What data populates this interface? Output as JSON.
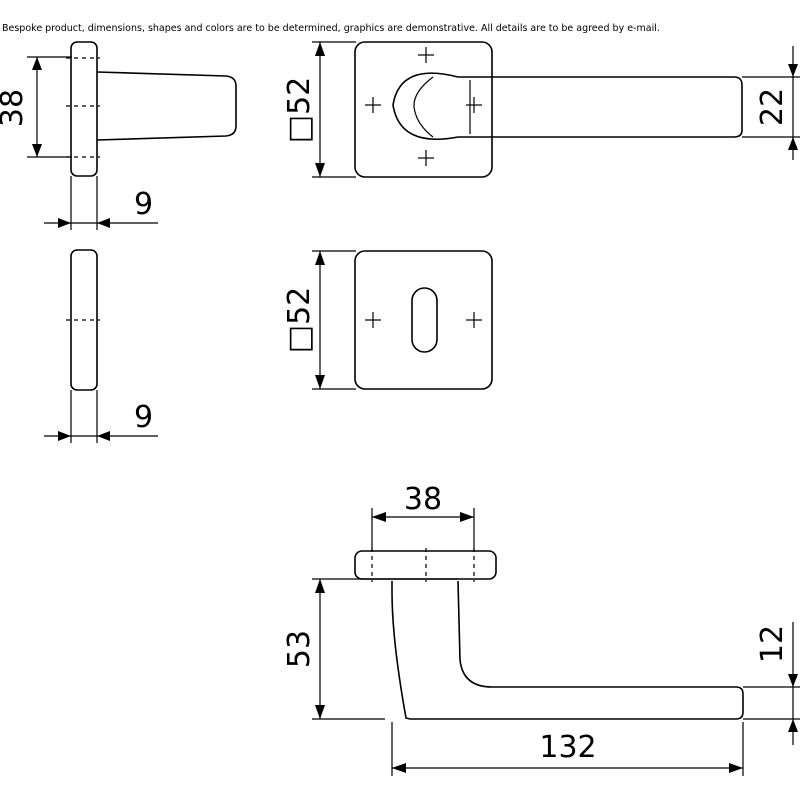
{
  "note": "Bespoke product, dimensions, shapes and colors are to be determined, graphics are demonstrative. All details are to be agreed by e-mail.",
  "dimensions": {
    "handle_rose_height": "38",
    "handle_rose_thickness": "9",
    "handle_rose_square": "□52",
    "lever_height": "22",
    "keyhole_rose_thickness": "9",
    "keyhole_rose_square": "□52",
    "rose_width": "38",
    "projection": "53",
    "lever_thickness": "12",
    "lever_length": "132"
  }
}
